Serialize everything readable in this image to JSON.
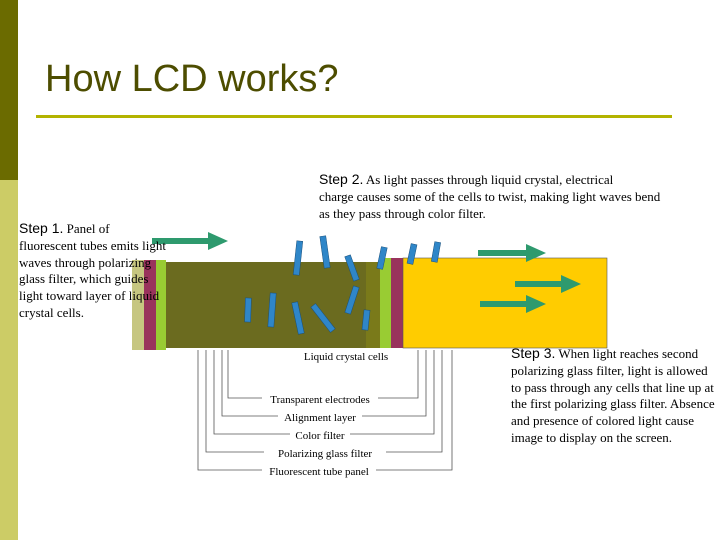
{
  "title": "How LCD works?",
  "step1": {
    "heading": "Step 1.",
    "text": "Panel of fluorescent tubes emits light waves through polarizing glass filter, which guides light toward layer of liquid crystal cells."
  },
  "step2": {
    "heading": "Step 2.",
    "first_line": "As light passes through liquid crystal, electrical",
    "rest": "charge causes some of the cells to twist, making light waves bend as they pass through color filter."
  },
  "step3": {
    "heading": "Step 3.",
    "text": "When light reaches second polarizing glass filter, light is allowed to pass through any cells that line up at the first polarizing glass filter. Absence and presence of colored light cause image to display on the screen."
  },
  "labels": {
    "liquid_crystal_cells": "Liquid crystal cells",
    "transparent_electrodes": "Transparent electrodes",
    "alignment_layer": "Alignment layer",
    "color_filter": "Color filter",
    "polarizing_glass_filter": "Polarizing glass filter",
    "fluorescent_tube_panel": "Fluorescent tube panel"
  },
  "colors": {
    "accent_dark": "#6b6b00",
    "accent_light": "#cccc66",
    "liquid_crystal": "#6b6b1f",
    "output_panel": "#ffcc00",
    "arrow": "#2e9a6e",
    "crystal": "#2f86c8",
    "magenta_layer": "#99335c",
    "green_layer": "#99cc33"
  }
}
